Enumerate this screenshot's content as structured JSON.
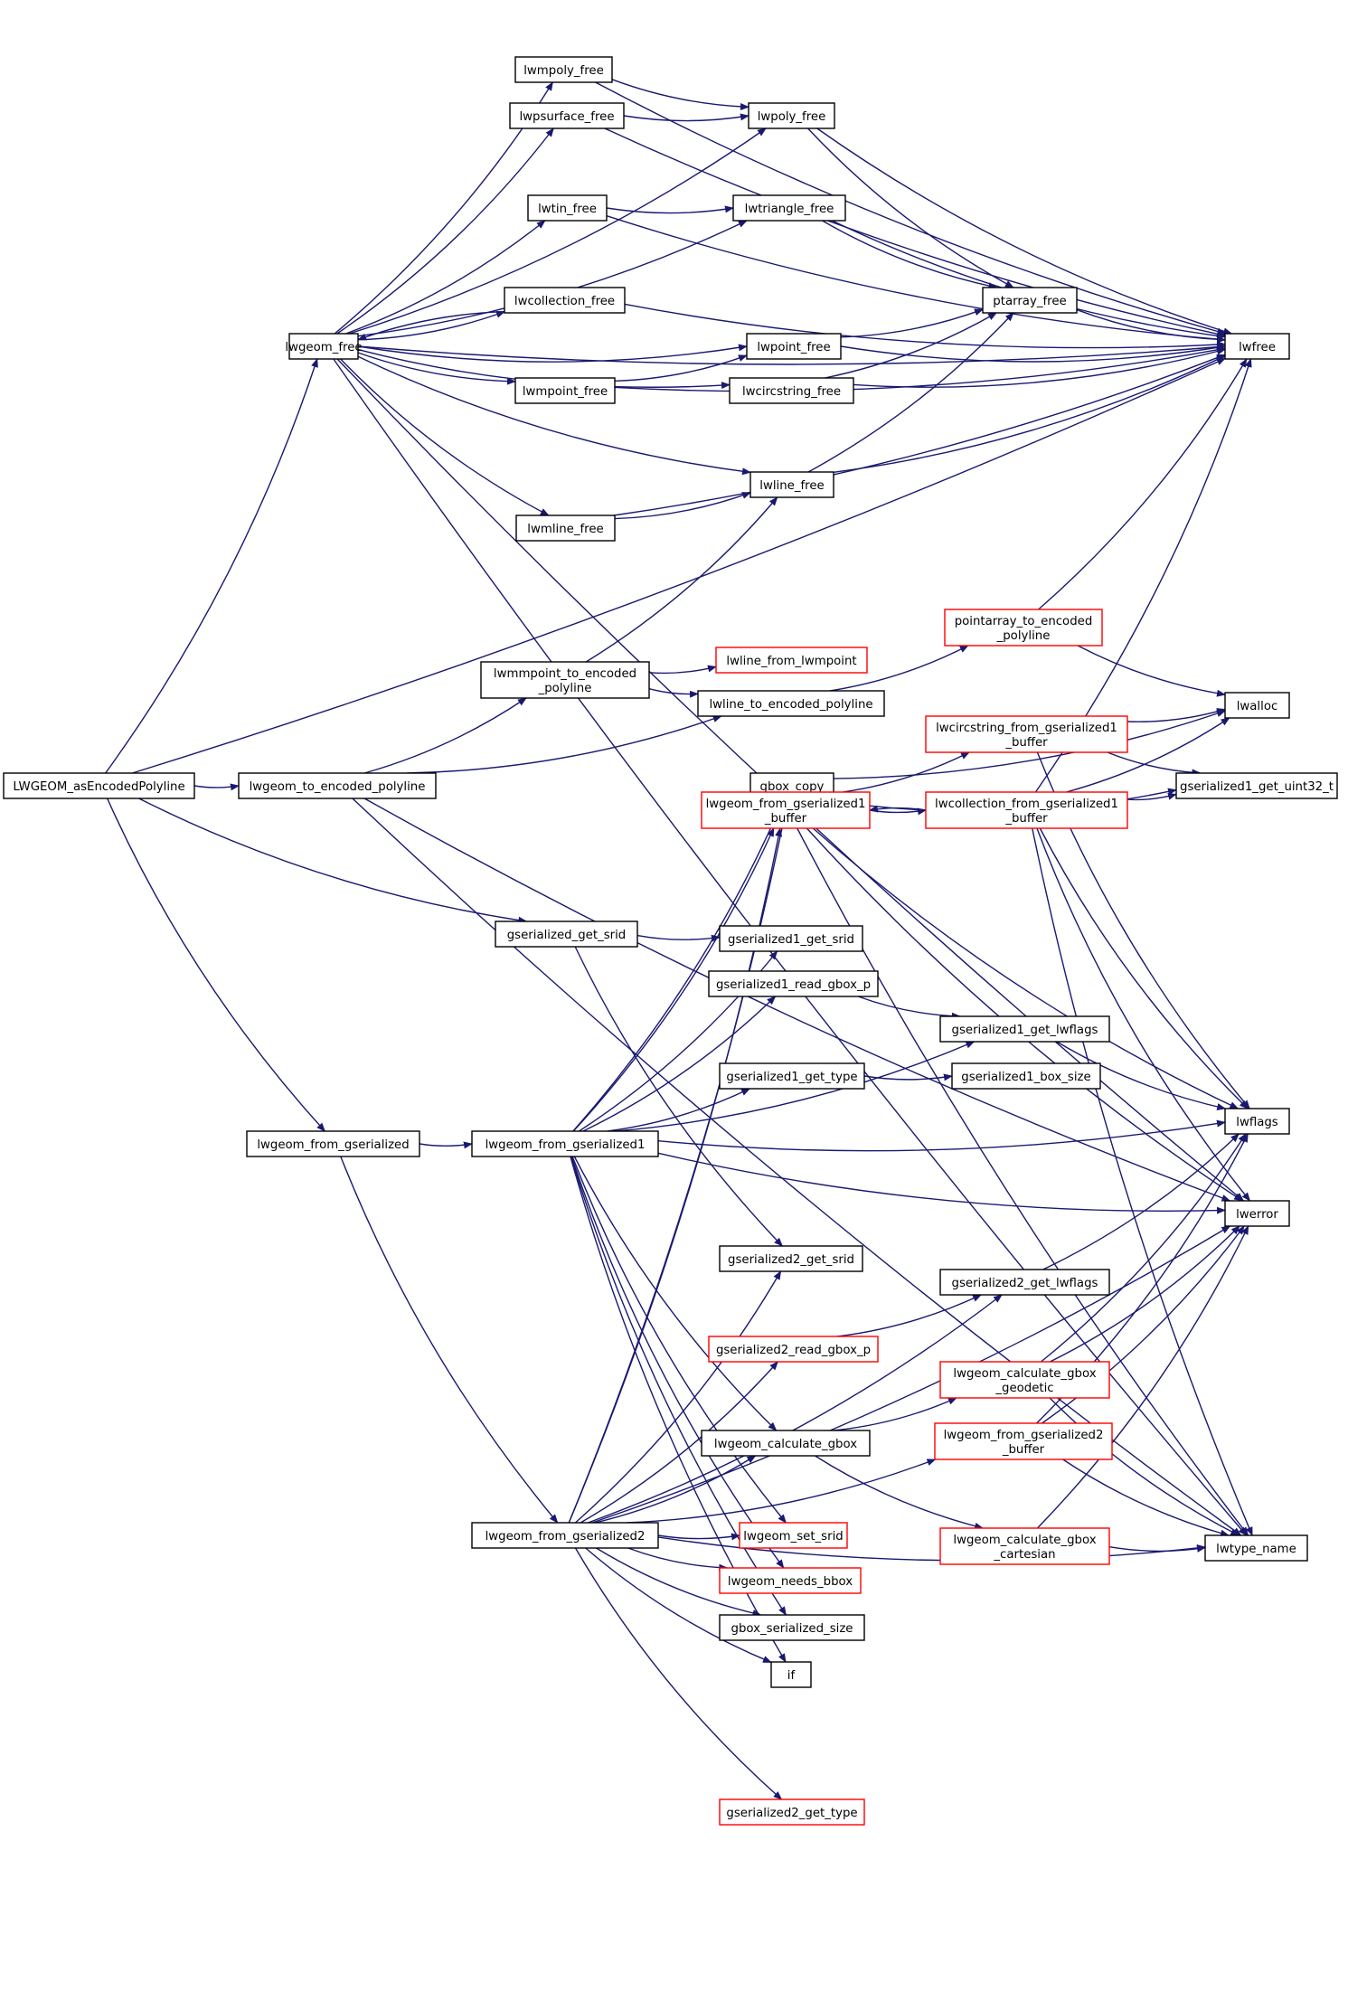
{
  "colors": {
    "edge": "#191970",
    "node_border": "#000000",
    "node_border_red": "#ff0000",
    "root_fill": "#bfbfbf",
    "node_fill": "#ffffff",
    "background": "#ffffff"
  },
  "graph": {
    "root": "LWGEOM_asEncodedPolyline",
    "nodes": [
      {
        "id": "LWGEOM_asEncodedPolyline",
        "label": [
          "LWGEOM_asEncodedPolyline"
        ],
        "style": "root"
      },
      {
        "id": "lwgeom_free",
        "label": [
          "lwgeom_free"
        ],
        "style": "normal"
      },
      {
        "id": "lwgeom_to_encoded_polyline",
        "label": [
          "lwgeom_to_encoded_polyline"
        ],
        "style": "normal"
      },
      {
        "id": "gserialized_get_srid",
        "label": [
          "gserialized_get_srid"
        ],
        "style": "normal"
      },
      {
        "id": "lwgeom_from_gserialized",
        "label": [
          "lwgeom_from_gserialized"
        ],
        "style": "normal"
      },
      {
        "id": "lwmpoly_free",
        "label": [
          "lwmpoly_free"
        ],
        "style": "normal"
      },
      {
        "id": "lwpsurface_free",
        "label": [
          "lwpsurface_free"
        ],
        "style": "normal"
      },
      {
        "id": "lwtin_free",
        "label": [
          "lwtin_free"
        ],
        "style": "normal"
      },
      {
        "id": "lwcollection_free",
        "label": [
          "lwcollection_free"
        ],
        "style": "normal"
      },
      {
        "id": "lwmpoint_free",
        "label": [
          "lwmpoint_free"
        ],
        "style": "normal"
      },
      {
        "id": "lwmline_free",
        "label": [
          "lwmline_free"
        ],
        "style": "normal"
      },
      {
        "id": "lwpoly_free",
        "label": [
          "lwpoly_free"
        ],
        "style": "normal"
      },
      {
        "id": "lwtriangle_free",
        "label": [
          "lwtriangle_free"
        ],
        "style": "normal"
      },
      {
        "id": "lwpoint_free",
        "label": [
          "lwpoint_free"
        ],
        "style": "normal"
      },
      {
        "id": "lwcircstring_free",
        "label": [
          "lwcircstring_free"
        ],
        "style": "normal"
      },
      {
        "id": "lwline_free",
        "label": [
          "lwline_free"
        ],
        "style": "normal"
      },
      {
        "id": "ptarray_free",
        "label": [
          "ptarray_free"
        ],
        "style": "normal"
      },
      {
        "id": "lwfree",
        "label": [
          "lwfree"
        ],
        "style": "normal"
      },
      {
        "id": "lwmpoint_to_encoded_polyline",
        "label": [
          "lwmmpoint_to_encoded",
          "_polyline"
        ],
        "style": "normal"
      },
      {
        "id": "lwline_from_lwmpoint",
        "label": [
          "lwline_from_lwmpoint"
        ],
        "style": "red"
      },
      {
        "id": "lwline_to_encoded_polyline",
        "label": [
          "lwline_to_encoded_polyline"
        ],
        "style": "normal"
      },
      {
        "id": "pointarray_to_encoded_polyline",
        "label": [
          "pointarray_to_encoded",
          "_polyline"
        ],
        "style": "red"
      },
      {
        "id": "lwalloc",
        "label": [
          "lwalloc"
        ],
        "style": "normal"
      },
      {
        "id": "gbox_copy",
        "label": [
          "gbox_copy"
        ],
        "style": "normal"
      },
      {
        "id": "lwcircstring_from_gserialized1_buffer",
        "label": [
          "lwcircstring_from_gserialized1",
          "_buffer"
        ],
        "style": "red"
      },
      {
        "id": "gserialized1_get_uint32_t",
        "label": [
          "gserialized1_get_uint32_t"
        ],
        "style": "normal"
      },
      {
        "id": "lwgeom_from_gserialized1_buffer",
        "label": [
          "lwgeom_from_gserialized1",
          "_buffer"
        ],
        "style": "red"
      },
      {
        "id": "lwcollection_from_gserialized1_buffer",
        "label": [
          "lwcollection_from_gserialized1",
          "_buffer"
        ],
        "style": "red"
      },
      {
        "id": "gserialized1_get_srid",
        "label": [
          "gserialized1_get_srid"
        ],
        "style": "normal"
      },
      {
        "id": "gserialized1_read_gbox_p",
        "label": [
          "gserialized1_read_gbox_p"
        ],
        "style": "normal"
      },
      {
        "id": "gserialized1_get_lwflags",
        "label": [
          "gserialized1_get_lwflags"
        ],
        "style": "normal"
      },
      {
        "id": "gserialized1_get_type",
        "label": [
          "gserialized1_get_type"
        ],
        "style": "normal"
      },
      {
        "id": "gserialized1_box_size",
        "label": [
          "gserialized1_box_size"
        ],
        "style": "normal"
      },
      {
        "id": "lwgeom_from_gserialized1",
        "label": [
          "lwgeom_from_gserialized1"
        ],
        "style": "normal"
      },
      {
        "id": "lwflags",
        "label": [
          "lwflags"
        ],
        "style": "normal"
      },
      {
        "id": "lwerror",
        "label": [
          "lwerror"
        ],
        "style": "normal"
      },
      {
        "id": "gserialized2_get_srid",
        "label": [
          "gserialized2_get_srid"
        ],
        "style": "normal"
      },
      {
        "id": "gserialized2_get_lwflags",
        "label": [
          "gserialized2_get_lwflags"
        ],
        "style": "normal"
      },
      {
        "id": "gserialized2_read_gbox_p",
        "label": [
          "gserialized2_read_gbox_p"
        ],
        "style": "red"
      },
      {
        "id": "lwgeom_calculate_gbox_geodetic",
        "label": [
          "lwgeom_calculate_gbox",
          "_geodetic"
        ],
        "style": "red"
      },
      {
        "id": "lwgeom_calculate_gbox",
        "label": [
          "lwgeom_calculate_gbox"
        ],
        "style": "normal"
      },
      {
        "id": "lwgeom_from_gserialized2_buffer",
        "label": [
          "lwgeom_from_gserialized2",
          "_buffer"
        ],
        "style": "red"
      },
      {
        "id": "lwgeom_from_gserialized2",
        "label": [
          "lwgeom_from_gserialized2"
        ],
        "style": "normal"
      },
      {
        "id": "lwgeom_calculate_gbox_cartesian",
        "label": [
          "lwgeom_calculate_gbox",
          "_cartesian"
        ],
        "style": "red"
      },
      {
        "id": "lwtype_name",
        "label": [
          "lwtype_name"
        ],
        "style": "normal"
      },
      {
        "id": "lwgeom_set_srid",
        "label": [
          "lwgeom_set_srid"
        ],
        "style": "red"
      },
      {
        "id": "lwgeom_needs_bbox",
        "label": [
          "lwgeom_needs_bbox"
        ],
        "style": "red"
      },
      {
        "id": "gbox_serialized_size",
        "label": [
          "gbox_serialized_size"
        ],
        "style": "normal"
      },
      {
        "id": "if",
        "label": [
          "if"
        ],
        "style": "normal"
      },
      {
        "id": "gserialized2_get_type",
        "label": [
          "gserialized2_get_type"
        ],
        "style": "red"
      }
    ],
    "edges": [
      [
        "LWGEOM_asEncodedPolyline",
        "lwgeom_free"
      ],
      [
        "LWGEOM_asEncodedPolyline",
        "lwgeom_to_encoded_polyline"
      ],
      [
        "LWGEOM_asEncodedPolyline",
        "gserialized_get_srid"
      ],
      [
        "LWGEOM_asEncodedPolyline",
        "lwgeom_from_gserialized"
      ],
      [
        "LWGEOM_asEncodedPolyline",
        "lwfree"
      ],
      [
        "lwgeom_free",
        "lwmpoly_free"
      ],
      [
        "lwgeom_free",
        "lwpsurface_free"
      ],
      [
        "lwgeom_free",
        "lwtin_free"
      ],
      [
        "lwgeom_free",
        "lwcollection_free"
      ],
      [
        "lwgeom_free",
        "lwmpoint_free"
      ],
      [
        "lwgeom_free",
        "lwmline_free"
      ],
      [
        "lwgeom_free",
        "lwpoly_free"
      ],
      [
        "lwgeom_free",
        "lwtriangle_free"
      ],
      [
        "lwgeom_free",
        "lwpoint_free"
      ],
      [
        "lwgeom_free",
        "lwcircstring_free"
      ],
      [
        "lwgeom_free",
        "lwline_free"
      ],
      [
        "lwgeom_free",
        "lwfree"
      ],
      [
        "lwgeom_free",
        "lwerror"
      ],
      [
        "lwgeom_free",
        "lwtype_name"
      ],
      [
        "lwmpoly_free",
        "lwpoly_free"
      ],
      [
        "lwmpoly_free",
        "lwfree"
      ],
      [
        "lwpsurface_free",
        "lwpoly_free"
      ],
      [
        "lwpsurface_free",
        "lwfree"
      ],
      [
        "lwtin_free",
        "lwtriangle_free"
      ],
      [
        "lwtin_free",
        "lwfree"
      ],
      [
        "lwcollection_free",
        "lwgeom_free"
      ],
      [
        "lwcollection_free",
        "lwfree"
      ],
      [
        "lwmpoint_free",
        "lwpoint_free"
      ],
      [
        "lwmpoint_free",
        "lwfree"
      ],
      [
        "lwmline_free",
        "lwline_free"
      ],
      [
        "lwmline_free",
        "lwfree"
      ],
      [
        "lwpoly_free",
        "ptarray_free"
      ],
      [
        "lwpoly_free",
        "lwfree"
      ],
      [
        "lwtriangle_free",
        "ptarray_free"
      ],
      [
        "lwtriangle_free",
        "lwfree"
      ],
      [
        "lwpoint_free",
        "ptarray_free"
      ],
      [
        "lwpoint_free",
        "lwfree"
      ],
      [
        "lwcircstring_free",
        "ptarray_free"
      ],
      [
        "lwcircstring_free",
        "lwfree"
      ],
      [
        "lwline_free",
        "ptarray_free"
      ],
      [
        "lwline_free",
        "lwfree"
      ],
      [
        "ptarray_free",
        "lwfree"
      ],
      [
        "lwgeom_to_encoded_polyline",
        "lwmpoint_to_encoded_polyline"
      ],
      [
        "lwgeom_to_encoded_polyline",
        "lwline_to_encoded_polyline"
      ],
      [
        "lwgeom_to_encoded_polyline",
        "lwerror"
      ],
      [
        "lwgeom_to_encoded_polyline",
        "lwtype_name"
      ],
      [
        "lwmpoint_to_encoded_polyline",
        "lwline_free"
      ],
      [
        "lwmpoint_to_encoded_polyline",
        "lwline_from_lwmpoint"
      ],
      [
        "lwmpoint_to_encoded_polyline",
        "lwline_to_encoded_polyline"
      ],
      [
        "lwline_to_encoded_polyline",
        "pointarray_to_encoded_polyline"
      ],
      [
        "pointarray_to_encoded_polyline",
        "lwfree"
      ],
      [
        "pointarray_to_encoded_polyline",
        "lwalloc"
      ],
      [
        "gserialized_get_srid",
        "gserialized1_get_srid"
      ],
      [
        "gserialized_get_srid",
        "gserialized2_get_srid"
      ],
      [
        "lwgeom_from_gserialized",
        "lwgeom_from_gserialized1"
      ],
      [
        "lwgeom_from_gserialized",
        "lwgeom_from_gserialized2"
      ],
      [
        "gbox_copy",
        "lwalloc"
      ],
      [
        "lwcircstring_from_gserialized1_buffer",
        "lwalloc"
      ],
      [
        "lwcircstring_from_gserialized1_buffer",
        "gserialized1_get_uint32_t"
      ],
      [
        "lwcircstring_from_gserialized1_buffer",
        "lwflags"
      ],
      [
        "lwgeom_from_gserialized1_buffer",
        "lwcircstring_from_gserialized1_buffer"
      ],
      [
        "lwgeom_from_gserialized1_buffer",
        "gserialized1_get_uint32_t"
      ],
      [
        "lwgeom_from_gserialized1_buffer",
        "lwcollection_from_gserialized1_buffer"
      ],
      [
        "lwgeom_from_gserialized1_buffer",
        "lwflags"
      ],
      [
        "lwgeom_from_gserialized1_buffer",
        "lwerror"
      ],
      [
        "lwgeom_from_gserialized1_buffer",
        "lwtype_name"
      ],
      [
        "lwcollection_from_gserialized1_buffer",
        "lwfree"
      ],
      [
        "lwcollection_from_gserialized1_buffer",
        "lwalloc"
      ],
      [
        "lwcollection_from_gserialized1_buffer",
        "gserialized1_get_uint32_t"
      ],
      [
        "lwcollection_from_gserialized1_buffer",
        "lwgeom_from_gserialized1_buffer"
      ],
      [
        "lwcollection_from_gserialized1_buffer",
        "lwflags"
      ],
      [
        "lwcollection_from_gserialized1_buffer",
        "lwerror"
      ],
      [
        "lwcollection_from_gserialized1_buffer",
        "lwtype_name"
      ],
      [
        "gserialized1_read_gbox_p",
        "gserialized1_get_lwflags"
      ],
      [
        "gserialized1_get_lwflags",
        "lwflags"
      ],
      [
        "gserialized1_get_type",
        "gserialized1_box_size"
      ],
      [
        "lwgeom_from_gserialized1",
        "gbox_copy"
      ],
      [
        "lwgeom_from_gserialized1",
        "lwgeom_from_gserialized1_buffer"
      ],
      [
        "lwgeom_from_gserialized1",
        "gserialized1_get_srid"
      ],
      [
        "lwgeom_from_gserialized1",
        "gserialized1_read_gbox_p"
      ],
      [
        "lwgeom_from_gserialized1",
        "gserialized1_get_lwflags"
      ],
      [
        "lwgeom_from_gserialized1",
        "gserialized1_get_type"
      ],
      [
        "lwgeom_from_gserialized1",
        "lwflags"
      ],
      [
        "lwgeom_from_gserialized1",
        "lwerror"
      ],
      [
        "lwgeom_from_gserialized1",
        "lwgeom_calculate_gbox"
      ],
      [
        "lwgeom_from_gserialized1",
        "lwgeom_set_srid"
      ],
      [
        "lwgeom_from_gserialized1",
        "lwgeom_needs_bbox"
      ],
      [
        "lwgeom_from_gserialized1",
        "gbox_serialized_size"
      ],
      [
        "lwgeom_from_gserialized1",
        "if"
      ],
      [
        "lwgeom_from_gserialized2",
        "gbox_copy"
      ],
      [
        "lwgeom_from_gserialized2",
        "lwgeom_from_gserialized1_buffer"
      ],
      [
        "lwgeom_from_gserialized2",
        "gserialized2_get_srid"
      ],
      [
        "lwgeom_from_gserialized2",
        "gserialized2_get_lwflags"
      ],
      [
        "lwgeom_from_gserialized2",
        "gserialized2_read_gbox_p"
      ],
      [
        "lwgeom_from_gserialized2",
        "lwgeom_calculate_gbox"
      ],
      [
        "lwgeom_from_gserialized2",
        "lwgeom_from_gserialized2_buffer"
      ],
      [
        "lwgeom_from_gserialized2",
        "lwgeom_set_srid"
      ],
      [
        "lwgeom_from_gserialized2",
        "lwgeom_needs_bbox"
      ],
      [
        "lwgeom_from_gserialized2",
        "gbox_serialized_size"
      ],
      [
        "lwgeom_from_gserialized2",
        "if"
      ],
      [
        "lwgeom_from_gserialized2",
        "gserialized2_get_type"
      ],
      [
        "lwgeom_from_gserialized2",
        "lwerror"
      ],
      [
        "lwgeom_from_gserialized2",
        "lwtype_name"
      ],
      [
        "gserialized2_read_gbox_p",
        "gserialized2_get_lwflags"
      ],
      [
        "gserialized2_get_lwflags",
        "lwflags"
      ],
      [
        "lwgeom_calculate_gbox",
        "lwgeom_calculate_gbox_geodetic"
      ],
      [
        "lwgeom_calculate_gbox",
        "lwgeom_calculate_gbox_cartesian"
      ],
      [
        "lwgeom_calculate_gbox_geodetic",
        "lwflags"
      ],
      [
        "lwgeom_calculate_gbox_geodetic",
        "lwerror"
      ],
      [
        "lwgeom_calculate_gbox_geodetic",
        "lwtype_name"
      ],
      [
        "lwgeom_from_gserialized2_buffer",
        "lwflags"
      ],
      [
        "lwgeom_from_gserialized2_buffer",
        "lwerror"
      ],
      [
        "lwgeom_from_gserialized2_buffer",
        "lwtype_name"
      ],
      [
        "lwgeom_calculate_gbox_cartesian",
        "lwerror"
      ],
      [
        "lwgeom_calculate_gbox_cartesian",
        "lwtype_name"
      ]
    ]
  }
}
